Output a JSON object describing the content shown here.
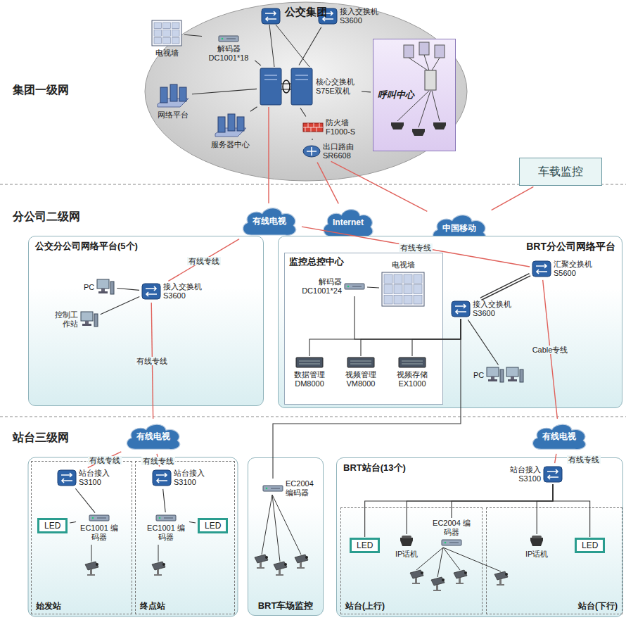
{
  "diagram": {
    "nodes": [
      {
        "text": [
          "公交集团"
        ]
      },
      {
        "text": [
          "电视墙"
        ],
        "in": 0
      },
      {
        "text": [
          "解码器 DC1001*18"
        ],
        "in": 0
      },
      {
        "text": [
          "接入交换机 S3600"
        ],
        "in": 0
      },
      {
        "text": [
          "网络平台"
        ],
        "in": 0
      },
      {
        "text": [
          "服务器中心"
        ],
        "in": 0
      },
      {
        "text": [
          "核心交换机 S75E双机"
        ],
        "in": 0
      },
      {
        "text": [
          "防火墙 F1000-S"
        ],
        "in": 0
      },
      {
        "text": [
          "出口路由 SR6608"
        ],
        "in": 0
      },
      {
        "text": [
          "呼叫中心"
        ],
        "in": 0
      },
      {
        "text": [
          "车载监控"
        ]
      },
      {
        "text": [
          "有线电视"
        ]
      },
      {
        "text": [
          "Internet"
        ]
      },
      {
        "text": [
          "中国移动"
        ]
      },
      {
        "text": [
          "公交分公司网络平台(5个)"
        ]
      },
      {
        "text": [
          "PC"
        ],
        "in": 14
      },
      {
        "text": [
          "控制工作站"
        ],
        "in": 14
      },
      {
        "text": [
          "接入交换机 S3600"
        ],
        "in": 14
      },
      {
        "text": [
          "BRT分公司网络平台"
        ]
      },
      {
        "text": [
          "监控总控中心"
        ],
        "in": 18
      },
      {
        "text": [
          "电视墙"
        ],
        "in": 19
      },
      {
        "text": [
          "解码器 DC1001*24"
        ],
        "in": 19
      },
      {
        "text": [
          "数据管理 DM8000"
        ],
        "in": 19
      },
      {
        "text": [
          "视频管理 VM8000"
        ],
        "in": 19
      },
      {
        "text": [
          "视频存储 EX1000"
        ],
        "in": 19
      },
      {
        "text": [
          "汇聚交换机 S5600"
        ],
        "in": 18
      },
      {
        "text": [
          "接入交换机 S3600"
        ],
        "in": 18
      },
      {
        "text": [
          "PC"
        ],
        "in": 18
      },
      {
        "text": [
          "有线电视"
        ]
      },
      {
        "text": [
          "有线电视"
        ]
      },
      {
        "text": [
          "始发站"
        ]
      },
      {
        "text": [
          "站台接入 S3100"
        ],
        "in": 30
      },
      {
        "text": [
          "LED"
        ],
        "in": 30
      },
      {
        "text": [
          "EC1001 编码器"
        ],
        "in": 30
      },
      {
        "text": [
          "终点站"
        ]
      },
      {
        "text": [
          "站台接入 S3100"
        ],
        "in": 34
      },
      {
        "text": [
          "LED"
        ],
        "in": 34
      },
      {
        "text": [
          "EC1001 编码器"
        ],
        "in": 34
      },
      {
        "text": [
          "BRT车场监控"
        ]
      },
      {
        "text": [
          "EC2004 编码器"
        ],
        "in": 38
      },
      {
        "text": [
          "BRT站台(13个)"
        ]
      },
      {
        "text": [
          "站台接入 S3100"
        ],
        "in": 40
      },
      {
        "text": [
          "站台(上行)"
        ],
        "in": 40
      },
      {
        "text": [
          "LED"
        ],
        "in": 42
      },
      {
        "text": [
          "IP话机"
        ],
        "in": 42
      },
      {
        "text": [
          "EC2004 编码器"
        ],
        "in": 42
      },
      {
        "text": [
          "站台(下行)"
        ],
        "in": 40
      },
      {
        "text": [
          "IP话机"
        ],
        "in": 46
      },
      {
        "text": [
          "LED"
        ],
        "in": 46
      }
    ],
    "edges": [
      {
        "from": 1,
        "to": 2,
        "arrow": "none"
      },
      {
        "from": 2,
        "to": 6,
        "arrow": "none"
      },
      {
        "from": 3,
        "to": 6,
        "arrow": "none"
      },
      {
        "from": 4,
        "to": 6,
        "arrow": "none"
      },
      {
        "from": 5,
        "to": 6,
        "arrow": "none"
      },
      {
        "from": 9,
        "to": 6,
        "arrow": "none"
      },
      {
        "from": 6,
        "to": 7,
        "arrow": "none"
      },
      {
        "from": 7,
        "to": 8,
        "arrow": "none"
      },
      {
        "from": 6,
        "to": 11,
        "arrow": "none"
      },
      {
        "from": 8,
        "to": 12,
        "arrow": "none"
      },
      {
        "from": 8,
        "to": 13,
        "arrow": "none"
      },
      {
        "from": 13,
        "to": 10,
        "arrow": "none"
      },
      {
        "from": 11,
        "to": 25,
        "label": "有线专线",
        "arrow": "none"
      },
      {
        "from": 11,
        "to": 17,
        "label": "有线专线",
        "arrow": "none"
      },
      {
        "from": 17,
        "to": 15,
        "arrow": "none"
      },
      {
        "from": 17,
        "to": 16,
        "arrow": "none"
      },
      {
        "from": 17,
        "to": 28,
        "label": "有线专线",
        "arrow": "none"
      },
      {
        "from": 28,
        "to": 31,
        "label": "有线专线",
        "arrow": "none"
      },
      {
        "from": 28,
        "to": 35,
        "label": "有线专线",
        "arrow": "none"
      },
      {
        "from": 31,
        "to": 33,
        "arrow": "none"
      },
      {
        "from": 33,
        "to": 32,
        "arrow": "none"
      },
      {
        "from": 35,
        "to": 37,
        "arrow": "none"
      },
      {
        "from": 37,
        "to": 36,
        "arrow": "none"
      },
      {
        "from": 25,
        "to": 26,
        "arrow": "none"
      },
      {
        "from": 25,
        "to": 29,
        "label": "Cable专线",
        "arrow": "none"
      },
      {
        "from": 26,
        "to": 27,
        "arrow": "none"
      },
      {
        "from": 21,
        "to": 20,
        "arrow": "none"
      },
      {
        "from": 26,
        "to": 21,
        "arrow": "none"
      },
      {
        "from": 26,
        "to": 22,
        "arrow": "none"
      },
      {
        "from": 26,
        "to": 23,
        "arrow": "none"
      },
      {
        "from": 26,
        "to": 24,
        "arrow": "none"
      },
      {
        "from": 26,
        "to": 39,
        "arrow": "none"
      },
      {
        "from": 29,
        "to": 41,
        "label": "有线专线",
        "arrow": "none"
      },
      {
        "from": 41,
        "to": 43,
        "arrow": "none"
      },
      {
        "from": 41,
        "to": 44,
        "arrow": "none"
      },
      {
        "from": 41,
        "to": 45,
        "arrow": "none"
      },
      {
        "from": 41,
        "to": 47,
        "arrow": "none"
      },
      {
        "from": 41,
        "to": 48,
        "arrow": "none"
      }
    ],
    "labels": [
      "集团一级网",
      "分公司二级网",
      "站台三级网"
    ]
  }
}
